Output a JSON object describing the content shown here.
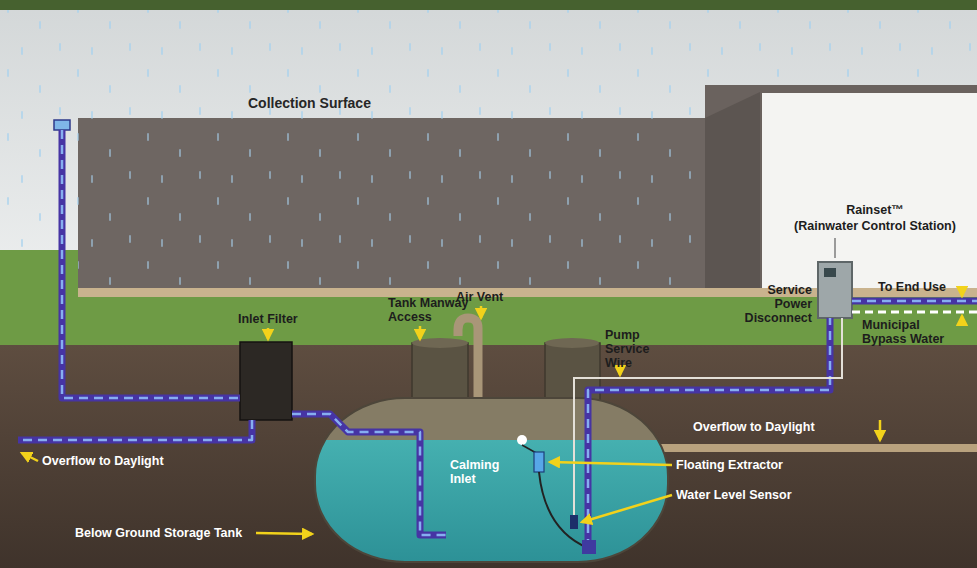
{
  "diagram": {
    "labels": [
      "Collection Surface",
      "Rainset™",
      "(Rainwater Control Station)",
      "Air Vent",
      "Inlet Filter",
      "Tank Manway Access",
      "Pump Service Wire",
      "Service Power Disconnect",
      "To End Use",
      "Municipal Bypass Water",
      "Overflow to Daylight",
      "Overflow to Daylight",
      "Below Ground Storage Tank",
      "Calming Inlet",
      "Floating Extractor",
      "Water Level Sensor"
    ]
  }
}
